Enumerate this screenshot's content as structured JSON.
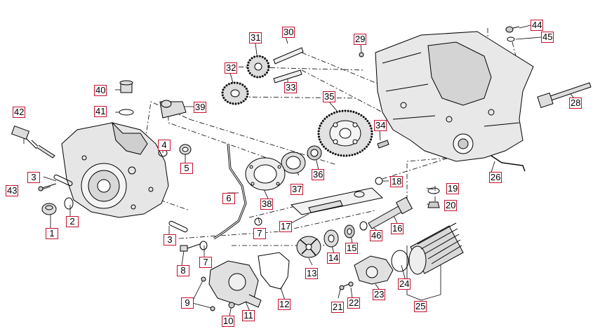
{
  "labels": {
    "l1": "1",
    "l2": "2",
    "l3a": "3",
    "l3b": "3",
    "l4": "4",
    "l5": "5",
    "l6": "6",
    "l7a": "7",
    "l7b": "7",
    "l8": "8",
    "l9": "9",
    "l10": "10",
    "l11": "11",
    "l12": "12",
    "l13": "13",
    "l14": "14",
    "l15": "15",
    "l16": "16",
    "l17": "17",
    "l18": "18",
    "l19": "19",
    "l20": "20",
    "l21": "21",
    "l22": "22",
    "l23": "23",
    "l24": "24",
    "l25": "25",
    "l26": "26",
    "l28": "28",
    "l29": "29",
    "l30": "30",
    "l31": "31",
    "l32": "32",
    "l33": "33",
    "l34": "34",
    "l35": "35",
    "l36": "36",
    "l37": "37",
    "l38": "38",
    "l39": "39",
    "l40": "40",
    "l41": "41",
    "l42": "42",
    "l43": "43",
    "l44": "44",
    "l45": "45",
    "l46": "46"
  },
  "colors": {
    "label_border": "#c8102e",
    "line": "#000000",
    "part_fill": "#e6e6e6"
  }
}
